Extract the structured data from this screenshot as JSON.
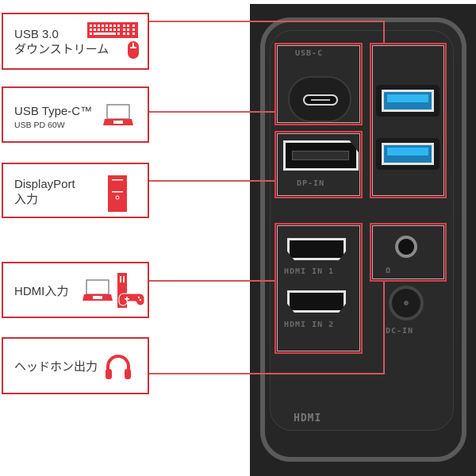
{
  "colors": {
    "accent": "#d9404a",
    "line": "#d2575e",
    "icon_red": "#e8343c",
    "text": "#3a3a3a",
    "usb_blue": "#2fb6f0",
    "panel": "#232323"
  },
  "labels": [
    {
      "id": "usb30",
      "title": "USB 3.0",
      "subtitle": "ダウンストリーム",
      "icons": [
        "keyboard-icon",
        "mouse-icon"
      ]
    },
    {
      "id": "usbc",
      "title": "USB Type-C™",
      "subtitle": "USB PD 60W",
      "icons": [
        "laptop-icon"
      ]
    },
    {
      "id": "displayport",
      "title": "DisplayPort",
      "subtitle": "入力",
      "icons": [
        "desktop-pc-icon"
      ]
    },
    {
      "id": "hdmi",
      "title": "HDMI入力",
      "subtitle": "",
      "icons": [
        "laptop-icon",
        "game-console-icon"
      ]
    },
    {
      "id": "headphone",
      "title": "ヘッドホン出力",
      "subtitle": "",
      "icons": [
        "headphones-icon"
      ]
    }
  ],
  "panel_silkscreen": {
    "usbc": "USB-C",
    "dp": "DP-IN",
    "hdmi1": "HDMI IN 1",
    "hdmi2": "HDMI IN 2",
    "headphone": "Ω",
    "dc": "DC-IN",
    "logo": "HDMI"
  }
}
